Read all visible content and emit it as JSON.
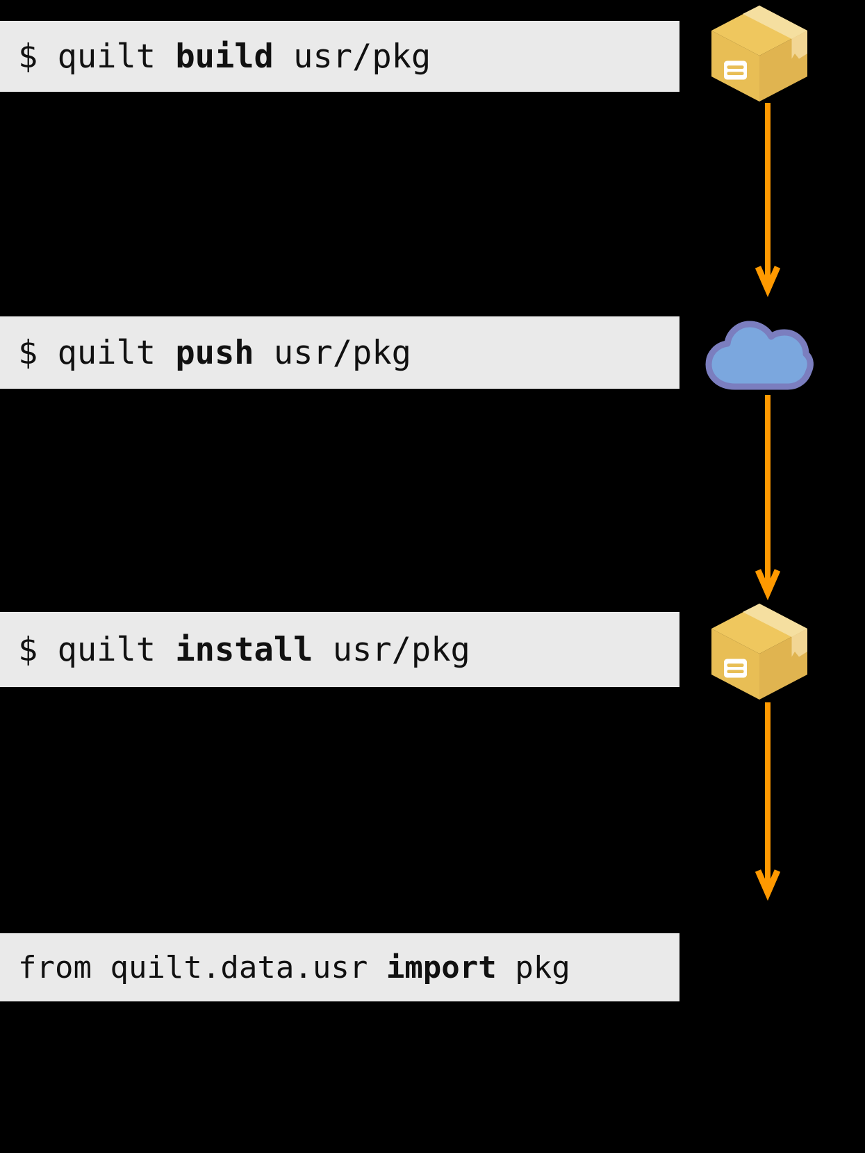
{
  "page": {
    "title": "quilt package workflow",
    "background_color": "#000000",
    "box_background_color": "#EAEAEA",
    "text_color": "#111111",
    "arrow_color": "#FF9900",
    "package_color": "#EFC75E",
    "cloud_color": "#7BA7DE",
    "cloud_outline_color": "#7B7EBF"
  },
  "steps": [
    {
      "id": "build",
      "prompt": "$ ",
      "program": "quilt ",
      "command": "build",
      "argument": " usr/pkg",
      "icon": "package-box-icon"
    },
    {
      "id": "push",
      "prompt": "$ ",
      "program": "quilt ",
      "command": "push",
      "argument": " usr/pkg",
      "icon": "cloud-icon"
    },
    {
      "id": "install",
      "prompt": "$ ",
      "program": "quilt ",
      "command": "install",
      "argument": " usr/pkg",
      "icon": "package-box-icon"
    },
    {
      "id": "import",
      "prompt": "",
      "program": "from quilt.data.usr ",
      "command": "import",
      "argument": " pkg",
      "icon": ""
    }
  ],
  "arrows": [
    {
      "id": "arrow-build-to-push",
      "direction": "down",
      "color": "#FF9900"
    },
    {
      "id": "arrow-push-to-install",
      "direction": "down",
      "color": "#FF9900"
    },
    {
      "id": "arrow-install-to-import",
      "direction": "down",
      "color": "#FF9900"
    }
  ]
}
